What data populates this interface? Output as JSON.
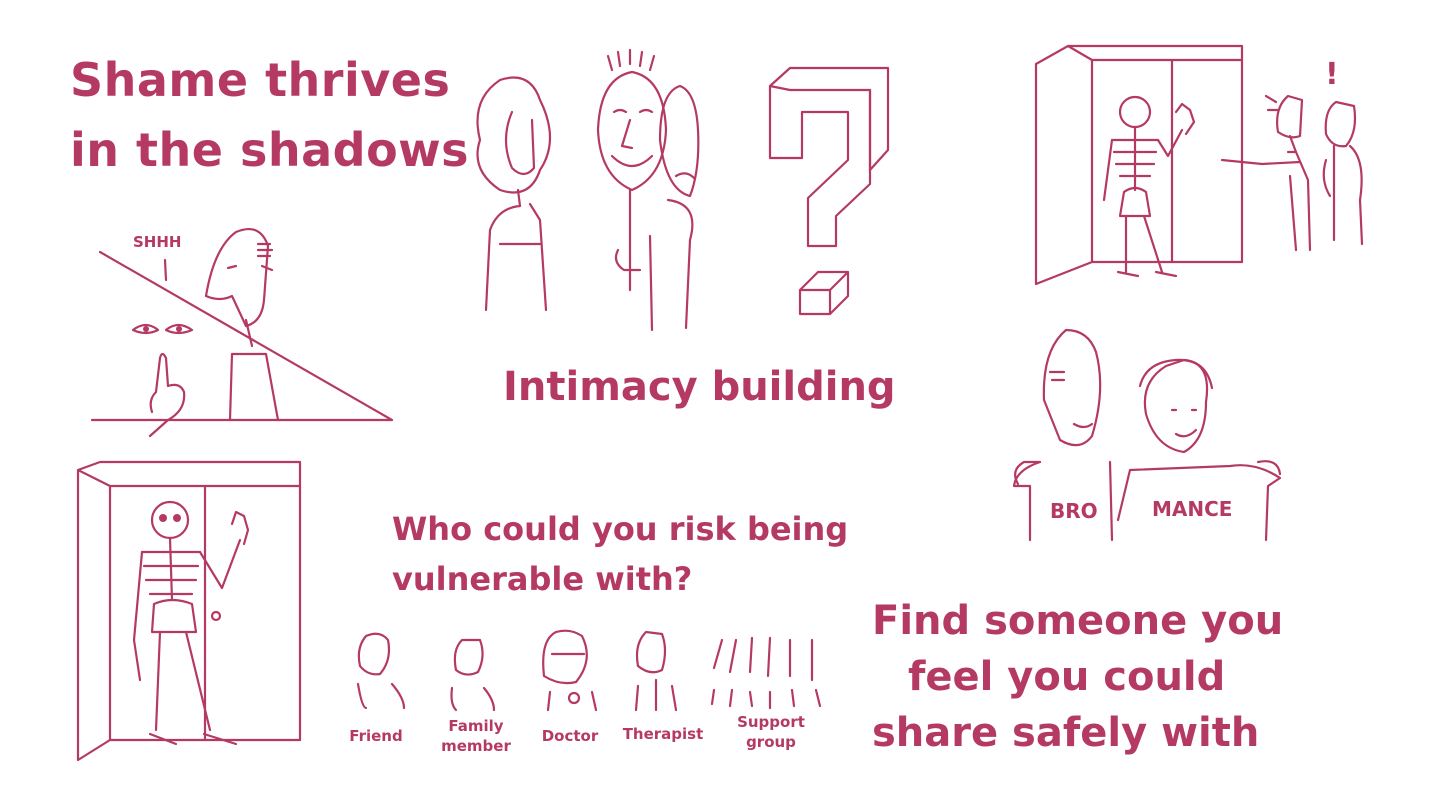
{
  "titles": {
    "shame_line1": "Shame thrives",
    "shame_line2": "in the shadows",
    "intimacy": "Intimacy building",
    "who_line1": "Who could you risk being",
    "who_line2": "vulnerable with?",
    "find_line1": "Find someone you",
    "find_line2": "feel you could",
    "find_line3": "share safely with"
  },
  "drawing_text": {
    "shhh": "SHHH",
    "bro": "BRO",
    "mance": "MANCE",
    "exclaim": "!"
  },
  "people": [
    {
      "label_line1": "Friend",
      "label_line2": ""
    },
    {
      "label_line1": "Family",
      "label_line2": "member"
    },
    {
      "label_line1": "Doctor",
      "label_line2": ""
    },
    {
      "label_line1": "Therapist",
      "label_line2": ""
    },
    {
      "label_line1": "Support",
      "label_line2": "group"
    }
  ],
  "colors": {
    "ink": "#b53a63",
    "background": "#ffffff"
  }
}
